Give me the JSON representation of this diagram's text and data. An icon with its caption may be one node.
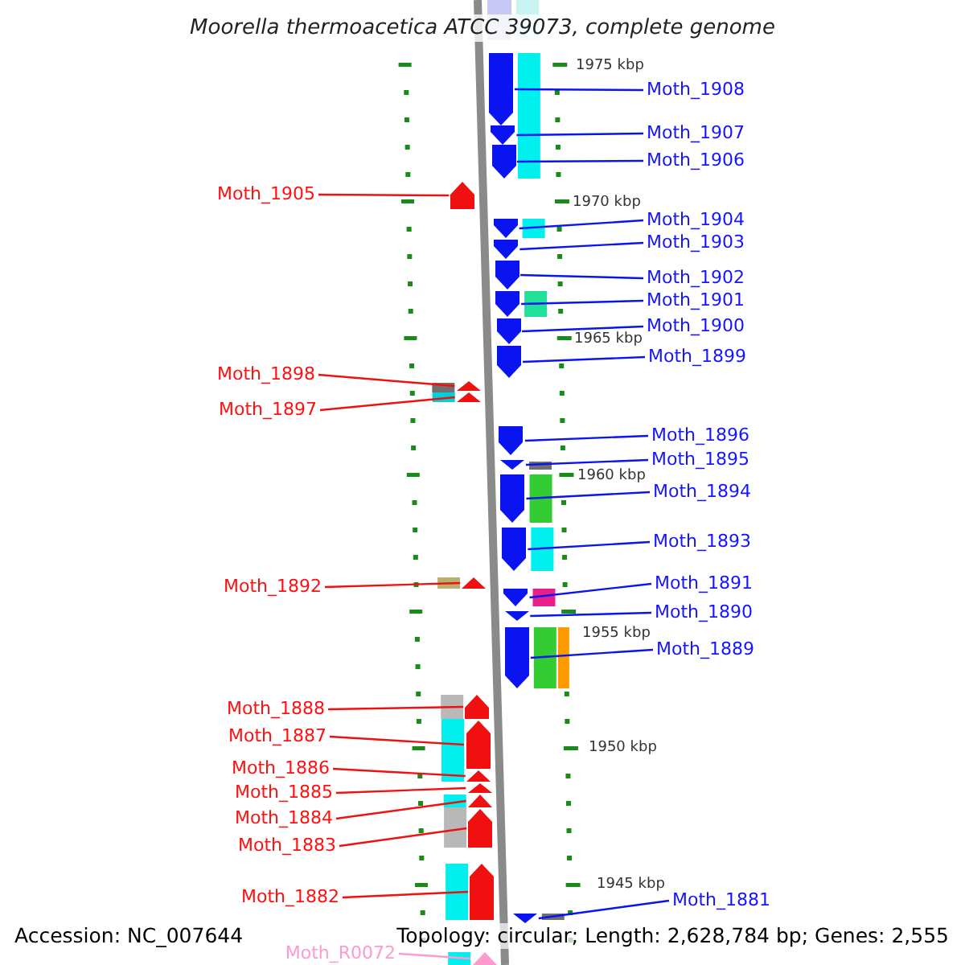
{
  "diagram": {
    "title": "Moorella thermoacetica ATCC 39073, complete genome",
    "nodes": [
      {
        "text": [
          "Moth_1908"
        ]
      },
      {
        "text": [],
        "shape": "arrow"
      },
      {
        "text": [
          "Moth_1907"
        ]
      },
      {
        "text": [],
        "shape": "arrow"
      },
      {
        "text": [
          "Moth_1906"
        ]
      },
      {
        "text": [],
        "shape": "arrow"
      },
      {
        "text": [
          "Moth_1905"
        ]
      },
      {
        "text": [],
        "shape": "arrow"
      },
      {
        "text": [
          "Moth_1904"
        ]
      },
      {
        "text": [],
        "shape": "arrow"
      },
      {
        "text": [
          "Moth_1903"
        ]
      },
      {
        "text": [],
        "shape": "arrow"
      },
      {
        "text": [
          "Moth_1902"
        ]
      },
      {
        "text": [],
        "shape": "arrow"
      },
      {
        "text": [
          "Moth_1901"
        ]
      },
      {
        "text": [],
        "shape": "arrow"
      },
      {
        "text": [
          "Moth_1900"
        ]
      },
      {
        "text": [],
        "shape": "arrow"
      },
      {
        "text": [
          "Moth_1899"
        ]
      },
      {
        "text": [],
        "shape": "arrow"
      },
      {
        "text": [
          "Moth_1898"
        ]
      },
      {
        "text": [],
        "shape": "arrow"
      },
      {
        "text": [
          "Moth_1897"
        ]
      },
      {
        "text": [],
        "shape": "arrow"
      },
      {
        "text": [
          "Moth_1896"
        ]
      },
      {
        "text": [],
        "shape": "arrow"
      },
      {
        "text": [
          "Moth_1895"
        ]
      },
      {
        "text": [],
        "shape": "arrow"
      },
      {
        "text": [
          "Moth_1894"
        ]
      },
      {
        "text": [],
        "shape": "arrow"
      },
      {
        "text": [
          "Moth_1893"
        ]
      },
      {
        "text": [],
        "shape": "arrow"
      },
      {
        "text": [
          "Moth_1891"
        ]
      },
      {
        "text": [],
        "shape": "arrow"
      },
      {
        "text": [
          "Moth_1892"
        ]
      },
      {
        "text": [],
        "shape": "arrow"
      },
      {
        "text": [
          "Moth_1890"
        ]
      },
      {
        "text": [],
        "shape": "arrow"
      },
      {
        "text": [
          "Moth_1889"
        ]
      },
      {
        "text": [],
        "shape": "arrow"
      },
      {
        "text": [
          "Moth_1888"
        ]
      },
      {
        "text": [],
        "shape": "arrow"
      },
      {
        "text": [
          "Moth_1887"
        ]
      },
      {
        "text": [],
        "shape": "arrow"
      },
      {
        "text": [
          "Moth_1886"
        ]
      },
      {
        "text": [],
        "shape": "arrow"
      },
      {
        "text": [
          "Moth_1885"
        ]
      },
      {
        "text": [],
        "shape": "arrow"
      },
      {
        "text": [
          "Moth_1884"
        ]
      },
      {
        "text": [],
        "shape": "arrow"
      },
      {
        "text": [
          "Moth_1883"
        ]
      },
      {
        "text": [],
        "shape": "arrow"
      },
      {
        "text": [
          "Moth_1882"
        ]
      },
      {
        "text": [],
        "shape": "arrow"
      },
      {
        "text": [
          "Moth_1881"
        ]
      },
      {
        "text": [],
        "shape": "arrow"
      },
      {
        "text": [
          "Moth_R0072"
        ]
      },
      {
        "text": [],
        "shape": "arrow"
      }
    ],
    "edges": [
      {
        "from": 0,
        "to": 1,
        "arrow": "none"
      },
      {
        "from": 2,
        "to": 3,
        "arrow": "none"
      },
      {
        "from": 4,
        "to": 5,
        "arrow": "none"
      },
      {
        "from": 6,
        "to": 7,
        "arrow": "none",
        "color": "#f01010"
      },
      {
        "from": 8,
        "to": 9,
        "arrow": "none"
      },
      {
        "from": 10,
        "to": 11,
        "arrow": "none"
      },
      {
        "from": 12,
        "to": 13,
        "arrow": "none"
      },
      {
        "from": 14,
        "to": 15,
        "arrow": "none"
      },
      {
        "from": 16,
        "to": 17,
        "arrow": "none"
      },
      {
        "from": 18,
        "to": 19,
        "arrow": "none"
      },
      {
        "from": 20,
        "to": 21,
        "arrow": "none",
        "color": "#f01010"
      },
      {
        "from": 22,
        "to": 23,
        "arrow": "none",
        "color": "#f01010"
      },
      {
        "from": 24,
        "to": 25,
        "arrow": "none"
      },
      {
        "from": 26,
        "to": 27,
        "arrow": "none"
      },
      {
        "from": 28,
        "to": 29,
        "arrow": "none"
      },
      {
        "from": 30,
        "to": 31,
        "arrow": "none"
      },
      {
        "from": 32,
        "to": 33,
        "arrow": "none"
      },
      {
        "from": 34,
        "to": 35,
        "arrow": "none",
        "color": "#f01010"
      },
      {
        "from": 36,
        "to": 37,
        "arrow": "none"
      },
      {
        "from": 38,
        "to": 39,
        "arrow": "none"
      },
      {
        "from": 40,
        "to": 41,
        "arrow": "none",
        "color": "#f01010"
      },
      {
        "from": 42,
        "to": 43,
        "arrow": "none",
        "color": "#f01010"
      },
      {
        "from": 44,
        "to": 45,
        "arrow": "none",
        "color": "#f01010"
      },
      {
        "from": 46,
        "to": 47,
        "arrow": "none",
        "color": "#f01010"
      },
      {
        "from": 48,
        "to": 49,
        "arrow": "none",
        "color": "#f01010"
      },
      {
        "from": 50,
        "to": 51,
        "arrow": "none",
        "color": "#f01010"
      },
      {
        "from": 52,
        "to": 53,
        "arrow": "none",
        "color": "#f01010"
      },
      {
        "from": 54,
        "to": 55,
        "arrow": "none"
      },
      {
        "from": 56,
        "to": 57,
        "arrow": "none",
        "color": "#ff9acc"
      }
    ],
    "labels": [
      "1975 kbp",
      "1970 kbp",
      "1965 kbp",
      "1960 kbp",
      "1955 kbp",
      "1950 kbp",
      "1945 kbp",
      "Accession: NC_007644",
      "Topology: circular; Length: 2,628,784 bp; Genes: 2,555"
    ]
  }
}
